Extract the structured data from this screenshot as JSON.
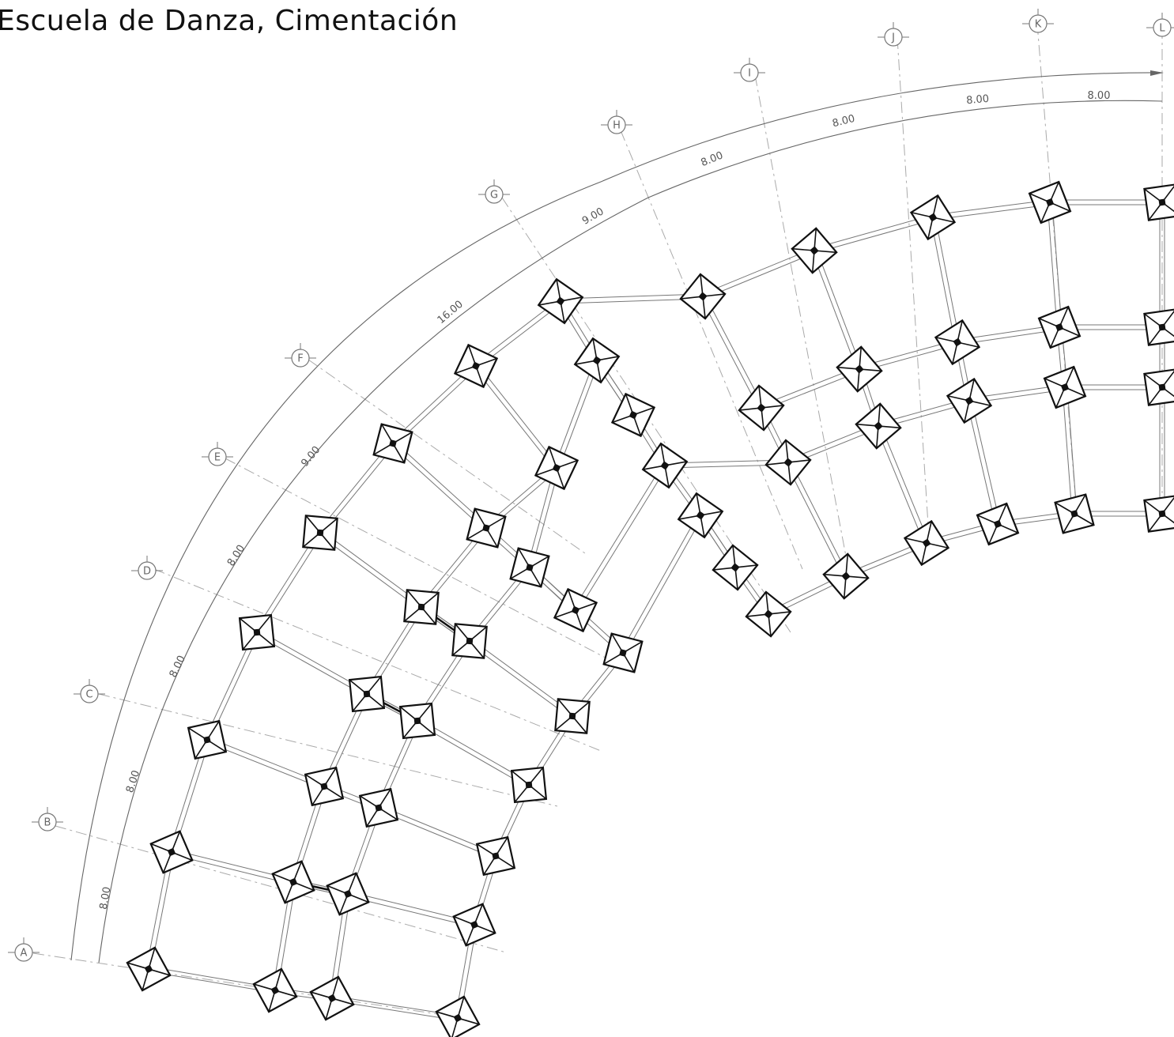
{
  "title": "Escuela de Danza, Cimentación",
  "grid_axes": [
    "A",
    "B",
    "C",
    "D",
    "E",
    "F",
    "G",
    "H",
    "I",
    "J",
    "K",
    "L"
  ],
  "segment_dimensions": [
    "8.00",
    "8.00",
    "8.00",
    "8.00",
    "9.00",
    "16.00",
    "9.00",
    "8.00",
    "8.00",
    "8.00",
    "8.00"
  ],
  "colors": {
    "footing": "#111111",
    "beam": "#777777",
    "dimension": "#666666",
    "axis_line": "#aaaaaa"
  }
}
